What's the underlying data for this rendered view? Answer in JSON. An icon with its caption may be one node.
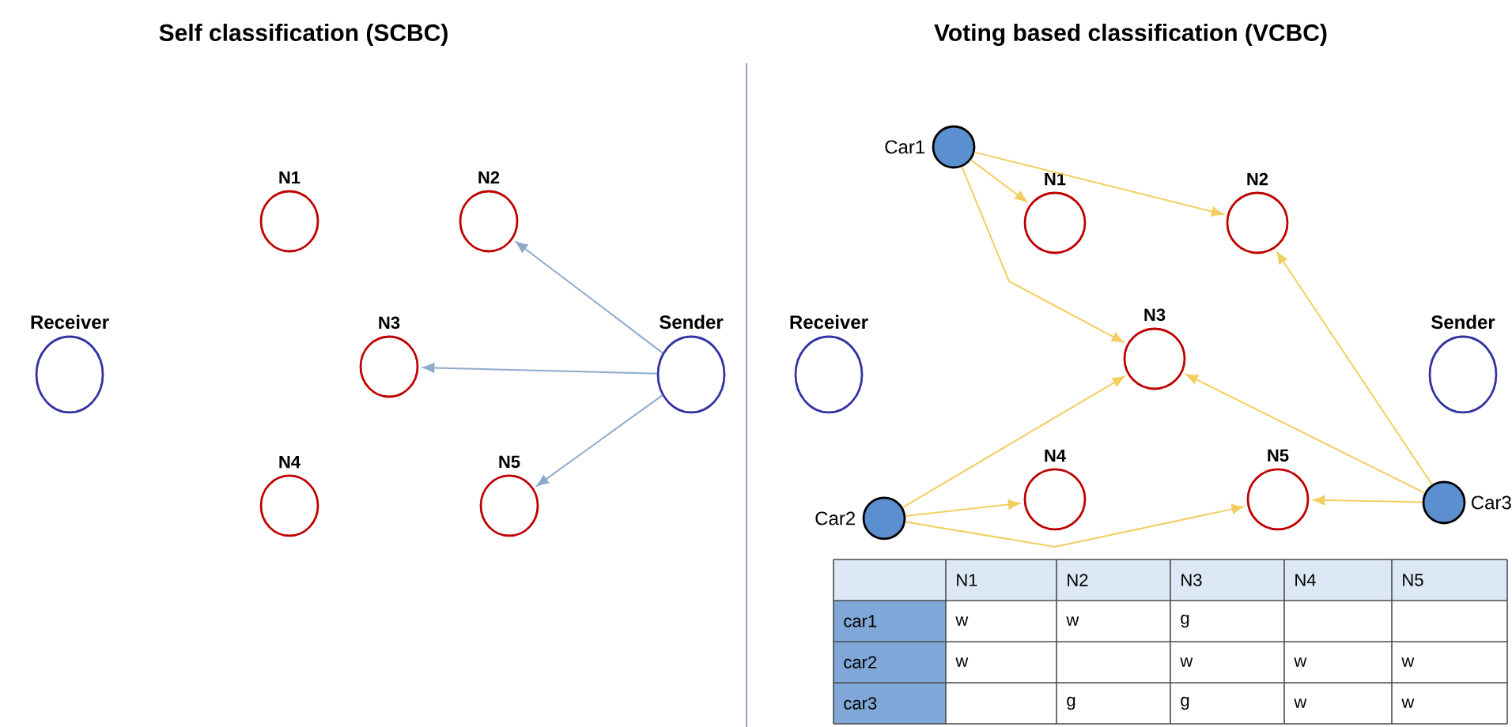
{
  "diagram": {
    "nodes": [
      {
        "text": [
          "Receiver"
        ]
      },
      {
        "text": [
          "N1"
        ]
      },
      {
        "text": [
          "N2"
        ]
      },
      {
        "text": [
          "N3"
        ]
      },
      {
        "text": [
          "N4"
        ]
      },
      {
        "text": [
          "N5"
        ]
      },
      {
        "text": [
          "Sender"
        ]
      },
      {
        "text": [
          "Car1"
        ]
      },
      {
        "text": [
          "N1"
        ]
      },
      {
        "text": [
          "N2"
        ]
      },
      {
        "text": [
          "Receiver"
        ]
      },
      {
        "text": [
          "N3"
        ]
      },
      {
        "text": [
          "Sender"
        ]
      },
      {
        "text": [
          "N4"
        ]
      },
      {
        "text": [
          "N5"
        ]
      },
      {
        "text": [
          "Car2"
        ]
      },
      {
        "text": [
          "Car3"
        ]
      }
    ],
    "edges": [
      {
        "from": 6,
        "to": 2,
        "arrow": "to",
        "color": "#8eaacb"
      },
      {
        "from": 6,
        "to": 3,
        "arrow": "to",
        "color": "#8eaacb"
      },
      {
        "from": 6,
        "to": 5,
        "arrow": "to",
        "color": "#8eaacb"
      },
      {
        "from": 7,
        "to": 8,
        "arrow": "to"
      },
      {
        "from": 7,
        "to": 9,
        "arrow": "to"
      },
      {
        "from": 7,
        "to": 11,
        "arrow": "to"
      },
      {
        "from": 15,
        "to": 11,
        "arrow": "to"
      },
      {
        "from": 15,
        "to": 13,
        "arrow": "to"
      },
      {
        "from": 15,
        "to": 14,
        "arrow": "to"
      },
      {
        "from": 16,
        "to": 14,
        "arrow": "to"
      },
      {
        "from": 16,
        "to": 11,
        "arrow": "to"
      },
      {
        "from": 16,
        "to": 9,
        "arrow": "to"
      }
    ],
    "labels": [
      "Self classification (SCBC)",
      "Voting based classification (VCBC)",
      "N1",
      "N2",
      "N3",
      "N4",
      "N5",
      "car1",
      "w",
      "w",
      "g",
      "car2",
      "w",
      "w",
      "w",
      "w",
      "car3",
      "g",
      "g",
      "w",
      "w"
    ]
  }
}
